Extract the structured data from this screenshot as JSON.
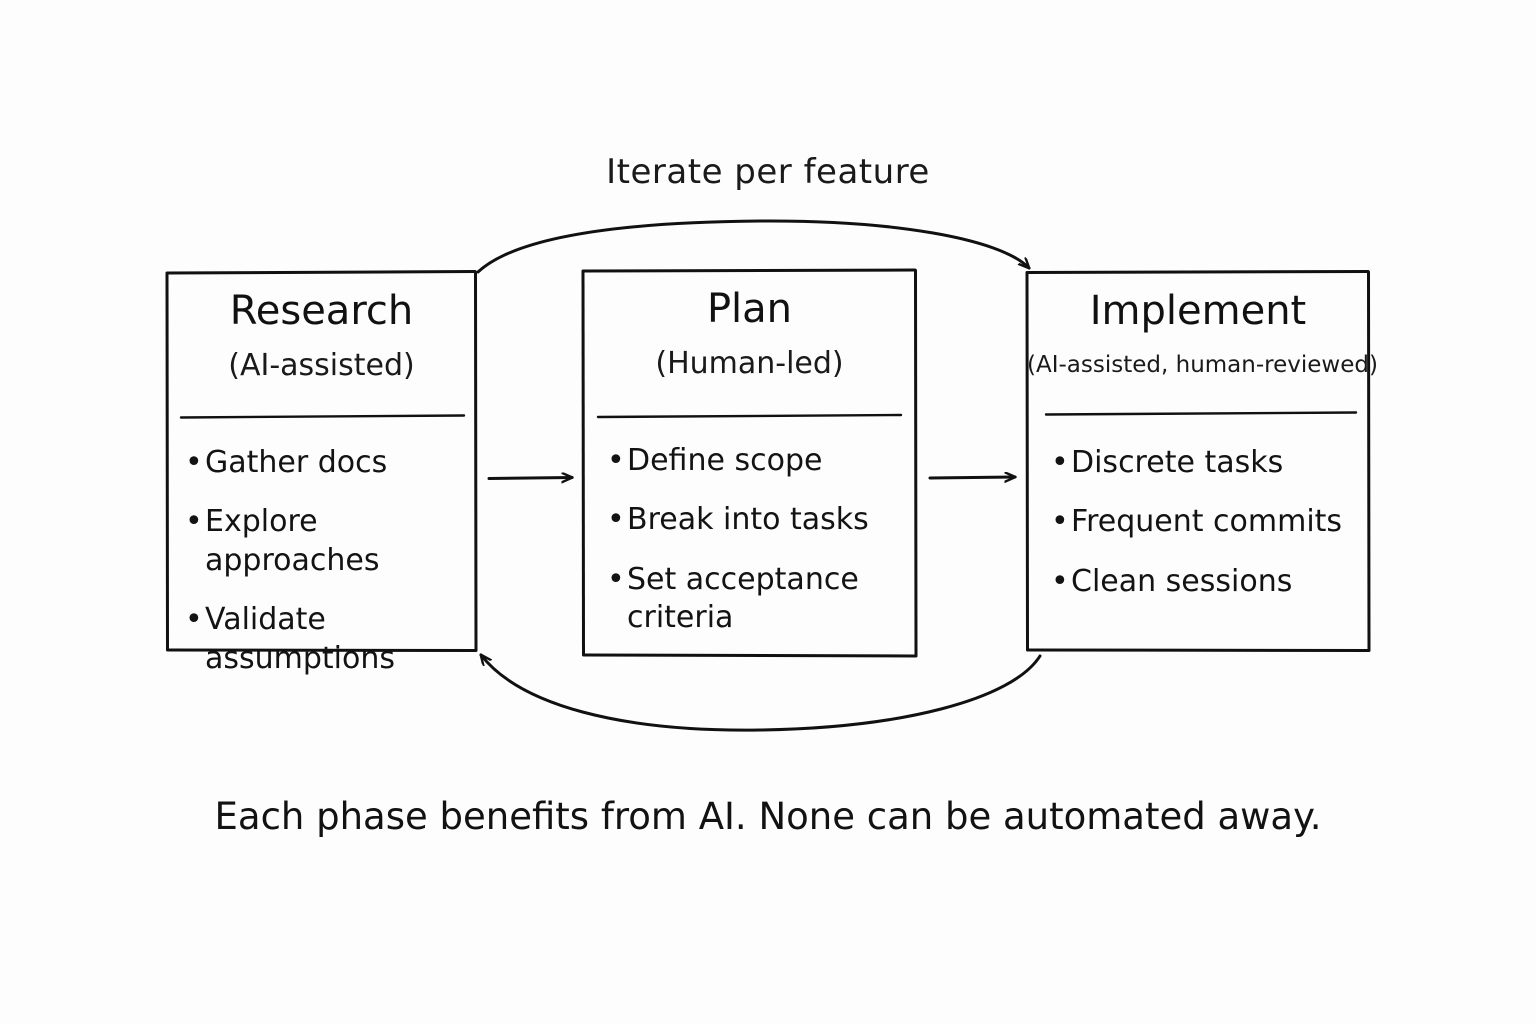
{
  "diagram": {
    "loop_label": "Iterate per feature",
    "caption": "Each phase benefits from AI. None can be automated away.",
    "stroke_color": "#111111",
    "background_color": "#fdfdfd",
    "phases": [
      {
        "title": "Research",
        "subtitle": "(AI-assisted)",
        "bullets": [
          "Gather docs",
          "Explore approaches",
          "Validate assumptions"
        ]
      },
      {
        "title": "Plan",
        "subtitle": "(Human-led)",
        "bullets": [
          "Define scope",
          "Break into tasks",
          "Set acceptance criteria"
        ]
      },
      {
        "title": "Implement",
        "subtitle": "(AI-assisted, human-reviewed)",
        "bullets": [
          "Discrete tasks",
          "Frequent commits",
          "Clean sessions"
        ]
      }
    ],
    "connectors": [
      {
        "name": "research-to-plan",
        "style": "straight-arrow",
        "direction": "right"
      },
      {
        "name": "plan-to-implement",
        "style": "straight-arrow",
        "direction": "right"
      },
      {
        "name": "research-to-implement-loop",
        "style": "curved-arrow-top",
        "direction": "right"
      },
      {
        "name": "implement-to-research-loop",
        "style": "curved-arrow-bottom",
        "direction": "left"
      }
    ],
    "bullet_glyph": "•"
  }
}
